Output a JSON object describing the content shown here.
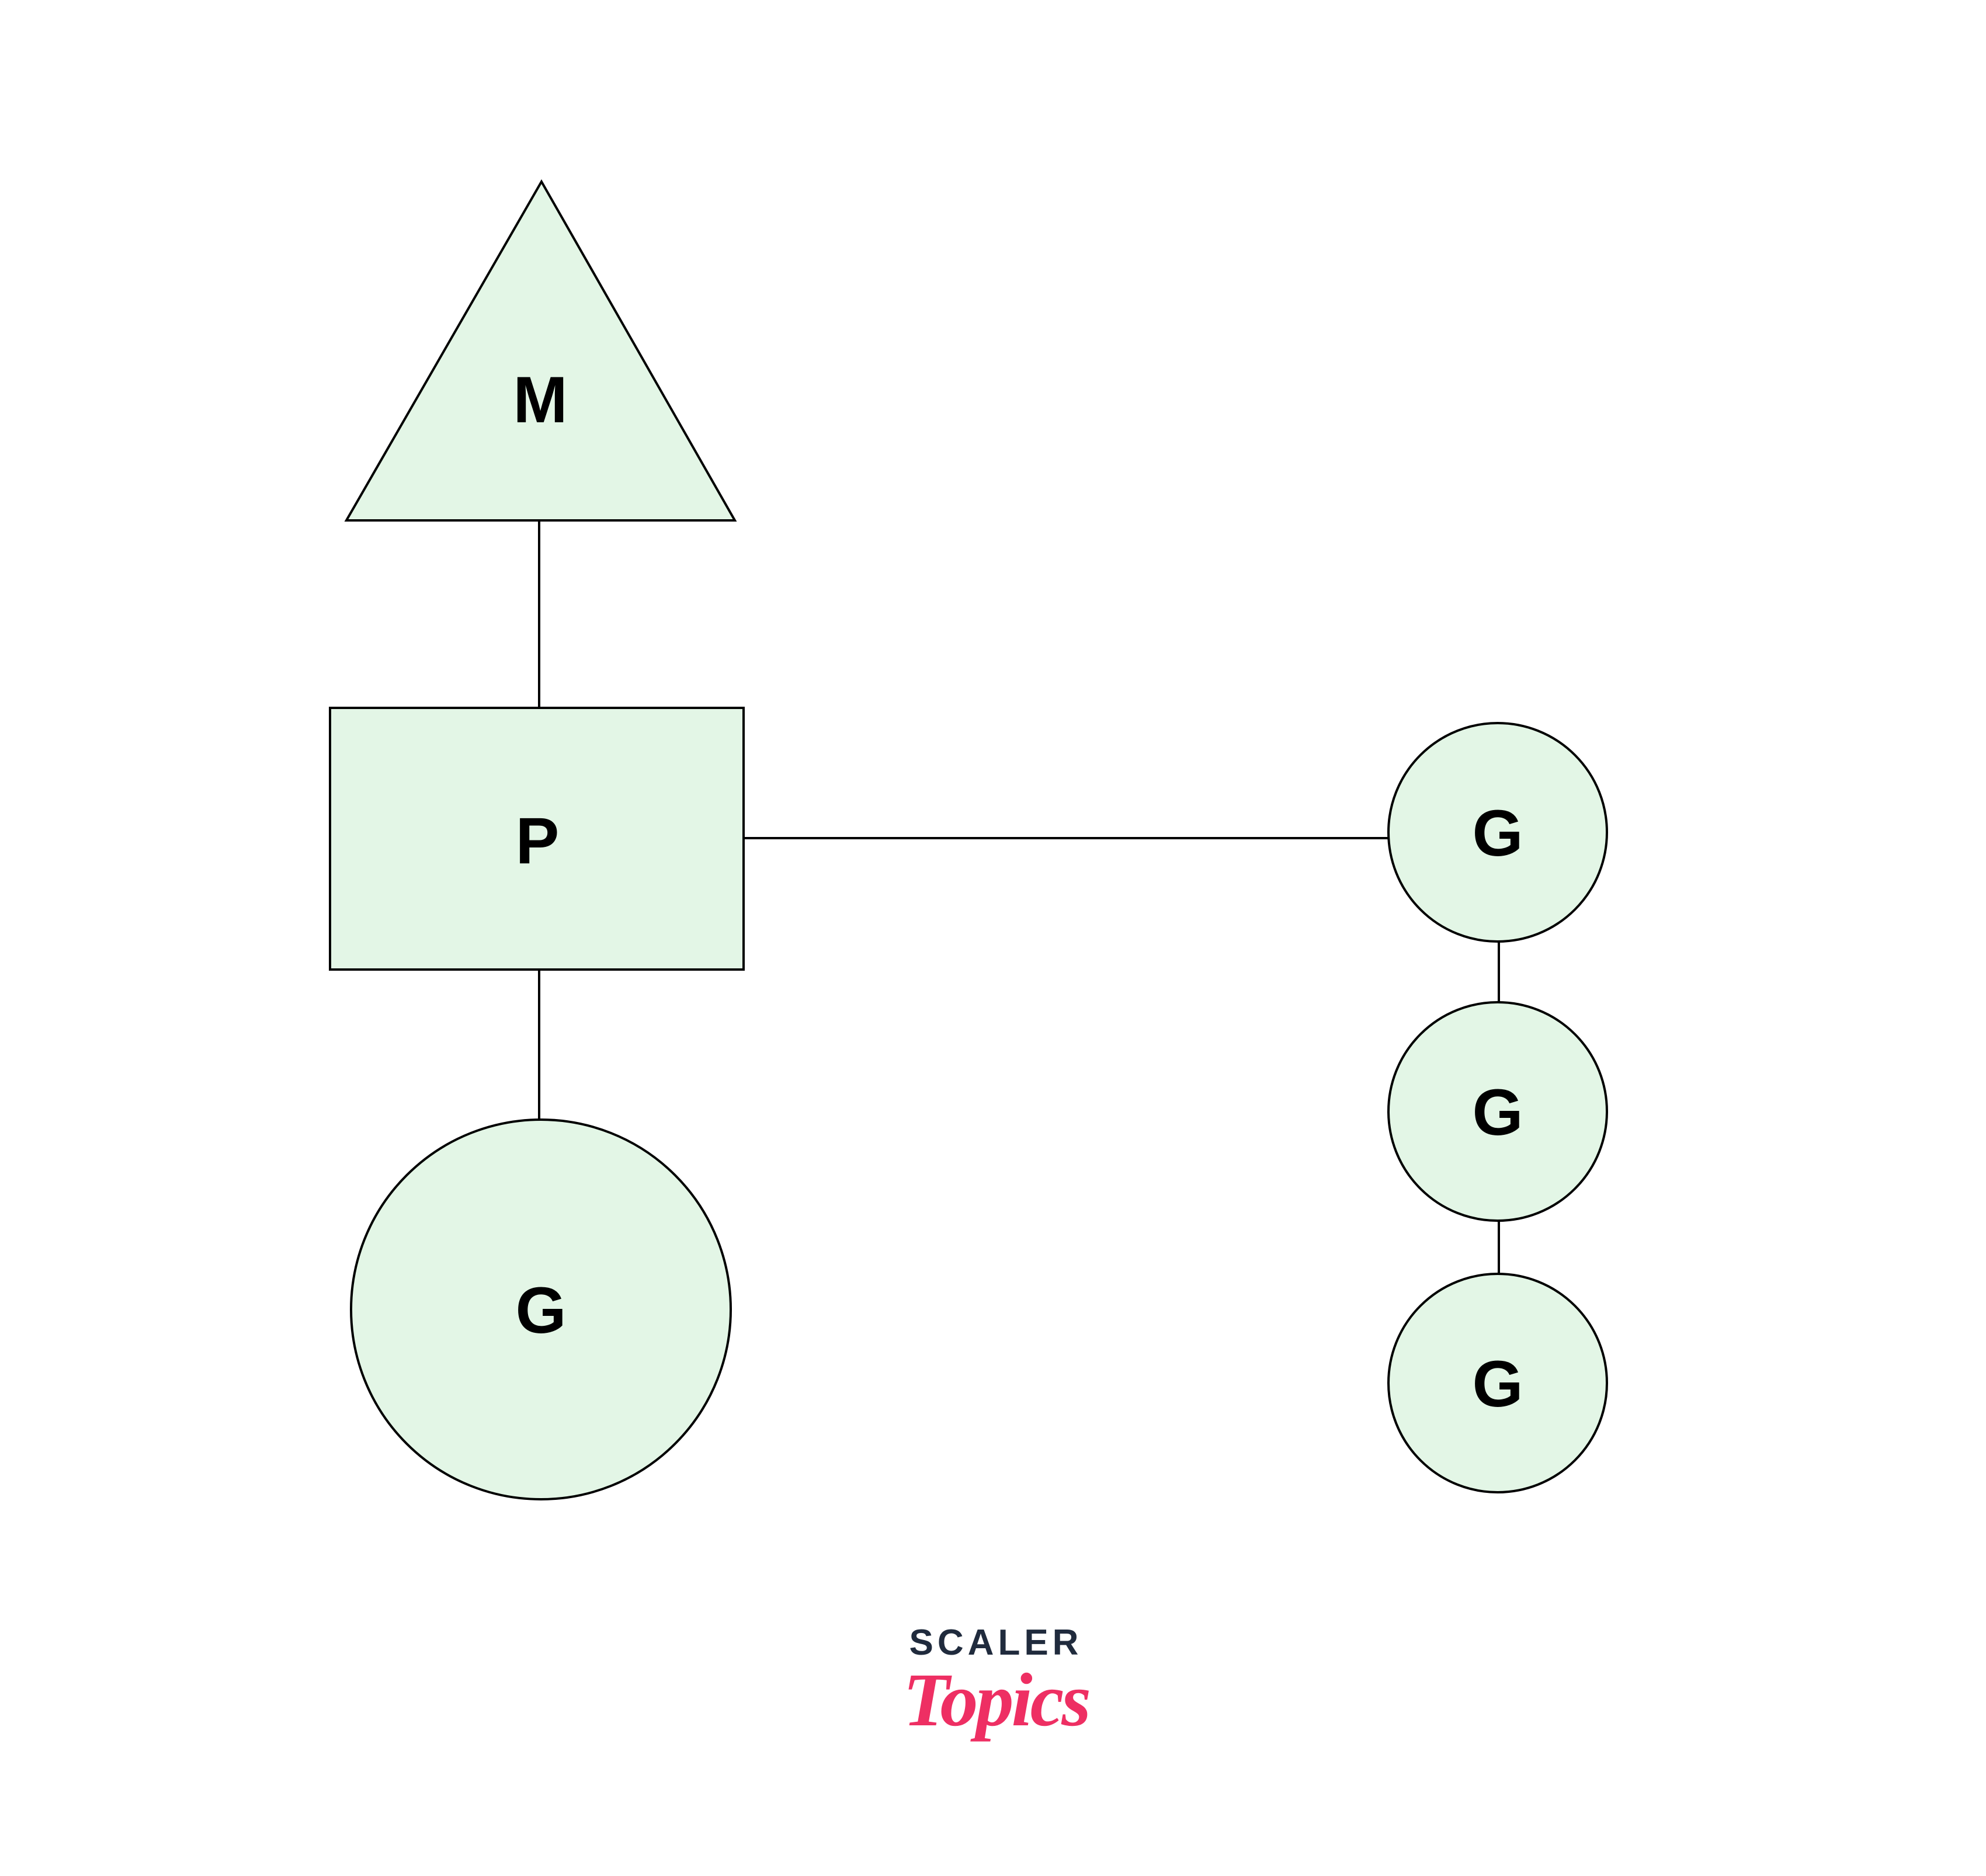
{
  "colors": {
    "background": "#ffffff",
    "node_fill": "#e3f6e6",
    "node_stroke": "#000000",
    "edge_color": "#000000",
    "label_color": "#000000",
    "logo_brand_color": "#202b3d",
    "logo_sub_color": "#ee2f63"
  },
  "diagram": {
    "nodes": [
      {
        "id": "M",
        "shape": "triangle",
        "label": "M"
      },
      {
        "id": "P",
        "shape": "rectangle",
        "label": "P"
      },
      {
        "id": "G-large",
        "shape": "circle-large",
        "label": "G"
      },
      {
        "id": "G-right-1",
        "shape": "circle",
        "label": "G"
      },
      {
        "id": "G-right-2",
        "shape": "circle",
        "label": "G"
      },
      {
        "id": "G-right-3",
        "shape": "circle",
        "label": "G"
      }
    ],
    "edges": [
      {
        "from": "M",
        "to": "P"
      },
      {
        "from": "P",
        "to": "G-right-1"
      },
      {
        "from": "P",
        "to": "G-large"
      },
      {
        "from": "G-right-1",
        "to": "G-right-2"
      },
      {
        "from": "G-right-2",
        "to": "G-right-3"
      }
    ]
  },
  "logo": {
    "brand": "SCALER",
    "sub": "Topics"
  }
}
